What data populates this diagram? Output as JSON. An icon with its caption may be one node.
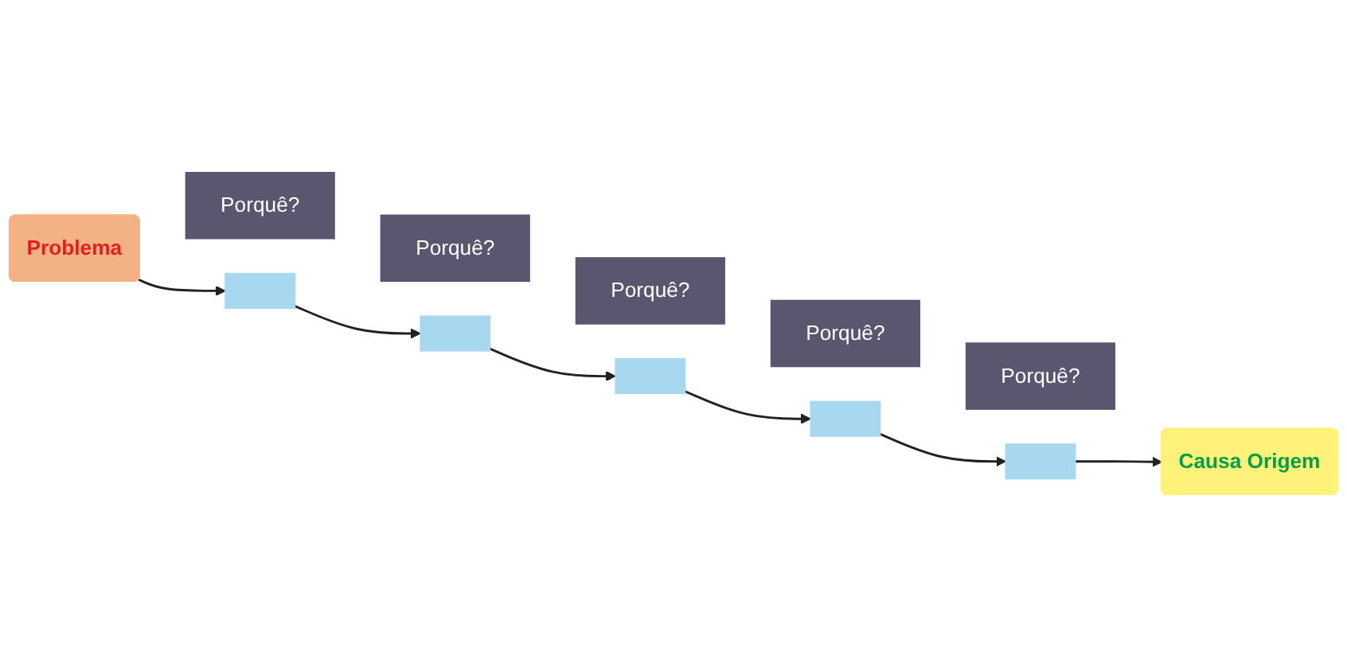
{
  "diagram": {
    "nodes": [
      {
        "text": [
          "Problema"
        ]
      },
      {
        "text": [
          "Porquê?"
        ]
      },
      {
        "text": [],
        "shape": "box"
      },
      {
        "text": [
          "Porquê?"
        ]
      },
      {
        "text": [],
        "shape": "box"
      },
      {
        "text": [
          "Porquê?"
        ]
      },
      {
        "text": [],
        "shape": "box"
      },
      {
        "text": [
          "Porquê?"
        ]
      },
      {
        "text": [],
        "shape": "box"
      },
      {
        "text": [
          "Porquê?"
        ]
      },
      {
        "text": [],
        "shape": "box"
      },
      {
        "text": [
          "Causa Origem"
        ]
      }
    ],
    "edges": [
      {
        "from": 0,
        "to": 2,
        "arrow": "to"
      },
      {
        "from": 2,
        "to": 4,
        "arrow": "to"
      },
      {
        "from": 4,
        "to": 6,
        "arrow": "to"
      },
      {
        "from": 6,
        "to": 8,
        "arrow": "to"
      },
      {
        "from": 8,
        "to": 10,
        "arrow": "to"
      },
      {
        "from": 10,
        "to": 11,
        "arrow": "to"
      }
    ]
  }
}
